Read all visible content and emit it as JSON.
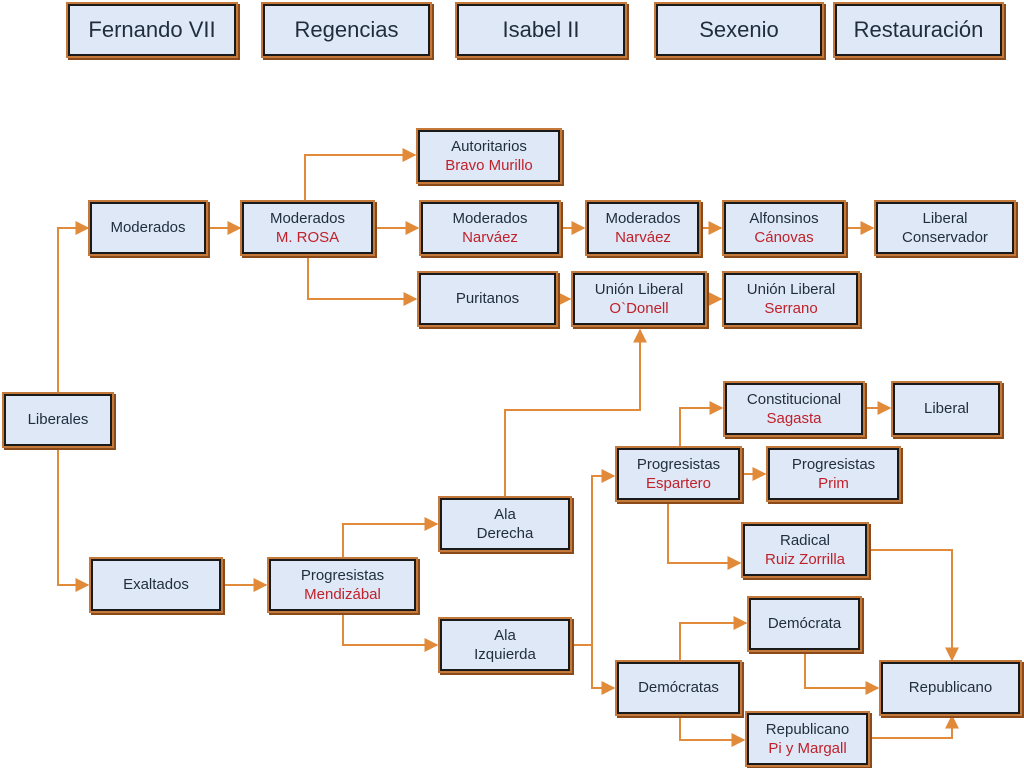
{
  "periods": [
    "Fernando VII",
    "Regencias",
    "Isabel II",
    "Sexenio",
    "Restauración"
  ],
  "nodes": {
    "liberales": {
      "line1": "Liberales",
      "line2": ""
    },
    "moderados": {
      "line1": "Moderados",
      "line2": ""
    },
    "moderados_mrosa": {
      "line1": "Moderados",
      "line2": "M. ROSA"
    },
    "autoritarios": {
      "line1": "Autoritarios",
      "line2": "Bravo Murillo"
    },
    "moderados_narvaez1": {
      "line1": "Moderados",
      "line2": "Narváez"
    },
    "moderados_narvaez2": {
      "line1": "Moderados",
      "line2": "Narváez"
    },
    "alfonsinos": {
      "line1": "Alfonsinos",
      "line2": "Cánovas"
    },
    "liberal_conservador": {
      "line1": "Liberal",
      "line2": "Conservador"
    },
    "puritanos": {
      "line1": "Puritanos",
      "line2": ""
    },
    "union_odonell": {
      "line1": "Unión Liberal",
      "line2": "O`Donell"
    },
    "union_serrano": {
      "line1": "Unión Liberal",
      "line2": "Serrano"
    },
    "exaltados": {
      "line1": "Exaltados",
      "line2": ""
    },
    "progresistas_mendizabal": {
      "line1": "Progresistas",
      "line2": "Mendizábal"
    },
    "ala_derecha": {
      "line1": "Ala",
      "line2": "Derecha"
    },
    "ala_izquierda": {
      "line1": "Ala",
      "line2": "Izquierda"
    },
    "constitucional": {
      "line1": "Constitucional",
      "line2": "Sagasta"
    },
    "liberal": {
      "line1": "Liberal",
      "line2": ""
    },
    "progresistas_espartero": {
      "line1": "Progresistas",
      "line2": "Espartero"
    },
    "progresistas_prim": {
      "line1": "Progresistas",
      "line2": "Prim"
    },
    "radical": {
      "line1": "Radical",
      "line2": "Ruiz Zorrilla"
    },
    "democrata": {
      "line1": "Demócrata",
      "line2": ""
    },
    "democratas": {
      "line1": "Demócratas",
      "line2": ""
    },
    "republicano": {
      "line1": "Republicano",
      "line2": ""
    },
    "republicano_pi": {
      "line1": "Republicano",
      "line2": "Pi y Margall"
    }
  },
  "colors": {
    "box_fill": "#dfe8f6",
    "border": "#c57a3c",
    "connector": "#e08a3a",
    "leader_name": "#c0212b"
  }
}
